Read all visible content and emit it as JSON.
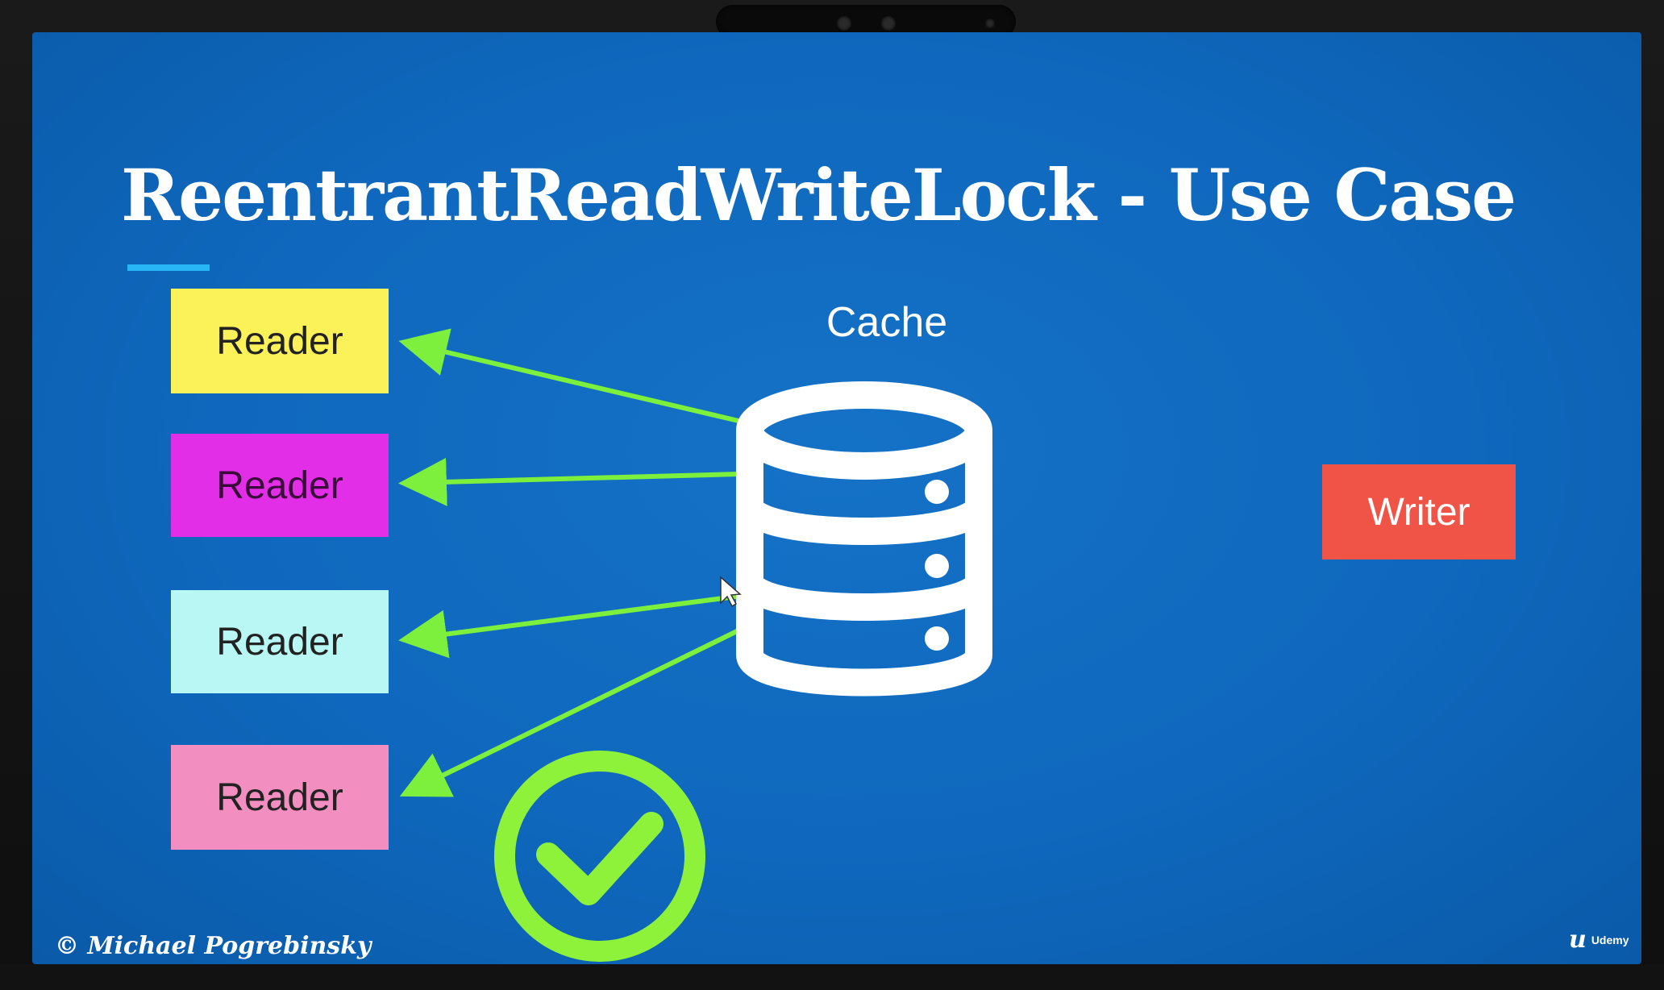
{
  "slide": {
    "title": "ReentrantReadWriteLock - Use Case",
    "cache_label": "Cache",
    "readers": [
      "Reader",
      "Reader",
      "Reader",
      "Reader"
    ],
    "writer_label": "Writer",
    "copyright": "© Michael Pogrebinsky",
    "brand_mark": "u",
    "brand_text": "Udemy"
  },
  "colors": {
    "background": "#0f68bd",
    "title_underline": "#29b6f6",
    "reader_1": "#fbf25a",
    "reader_2": "#e22ee6",
    "reader_3": "#b9f7f4",
    "reader_4": "#f38fc0",
    "writer": "#ef5447",
    "arrow": "#7cf03c",
    "checkmark": "#8ef23a",
    "database_icon": "#ffffff"
  },
  "icons": {
    "database": "database-icon",
    "check": "check-circle-icon",
    "cursor": "mouse-pointer-icon"
  }
}
